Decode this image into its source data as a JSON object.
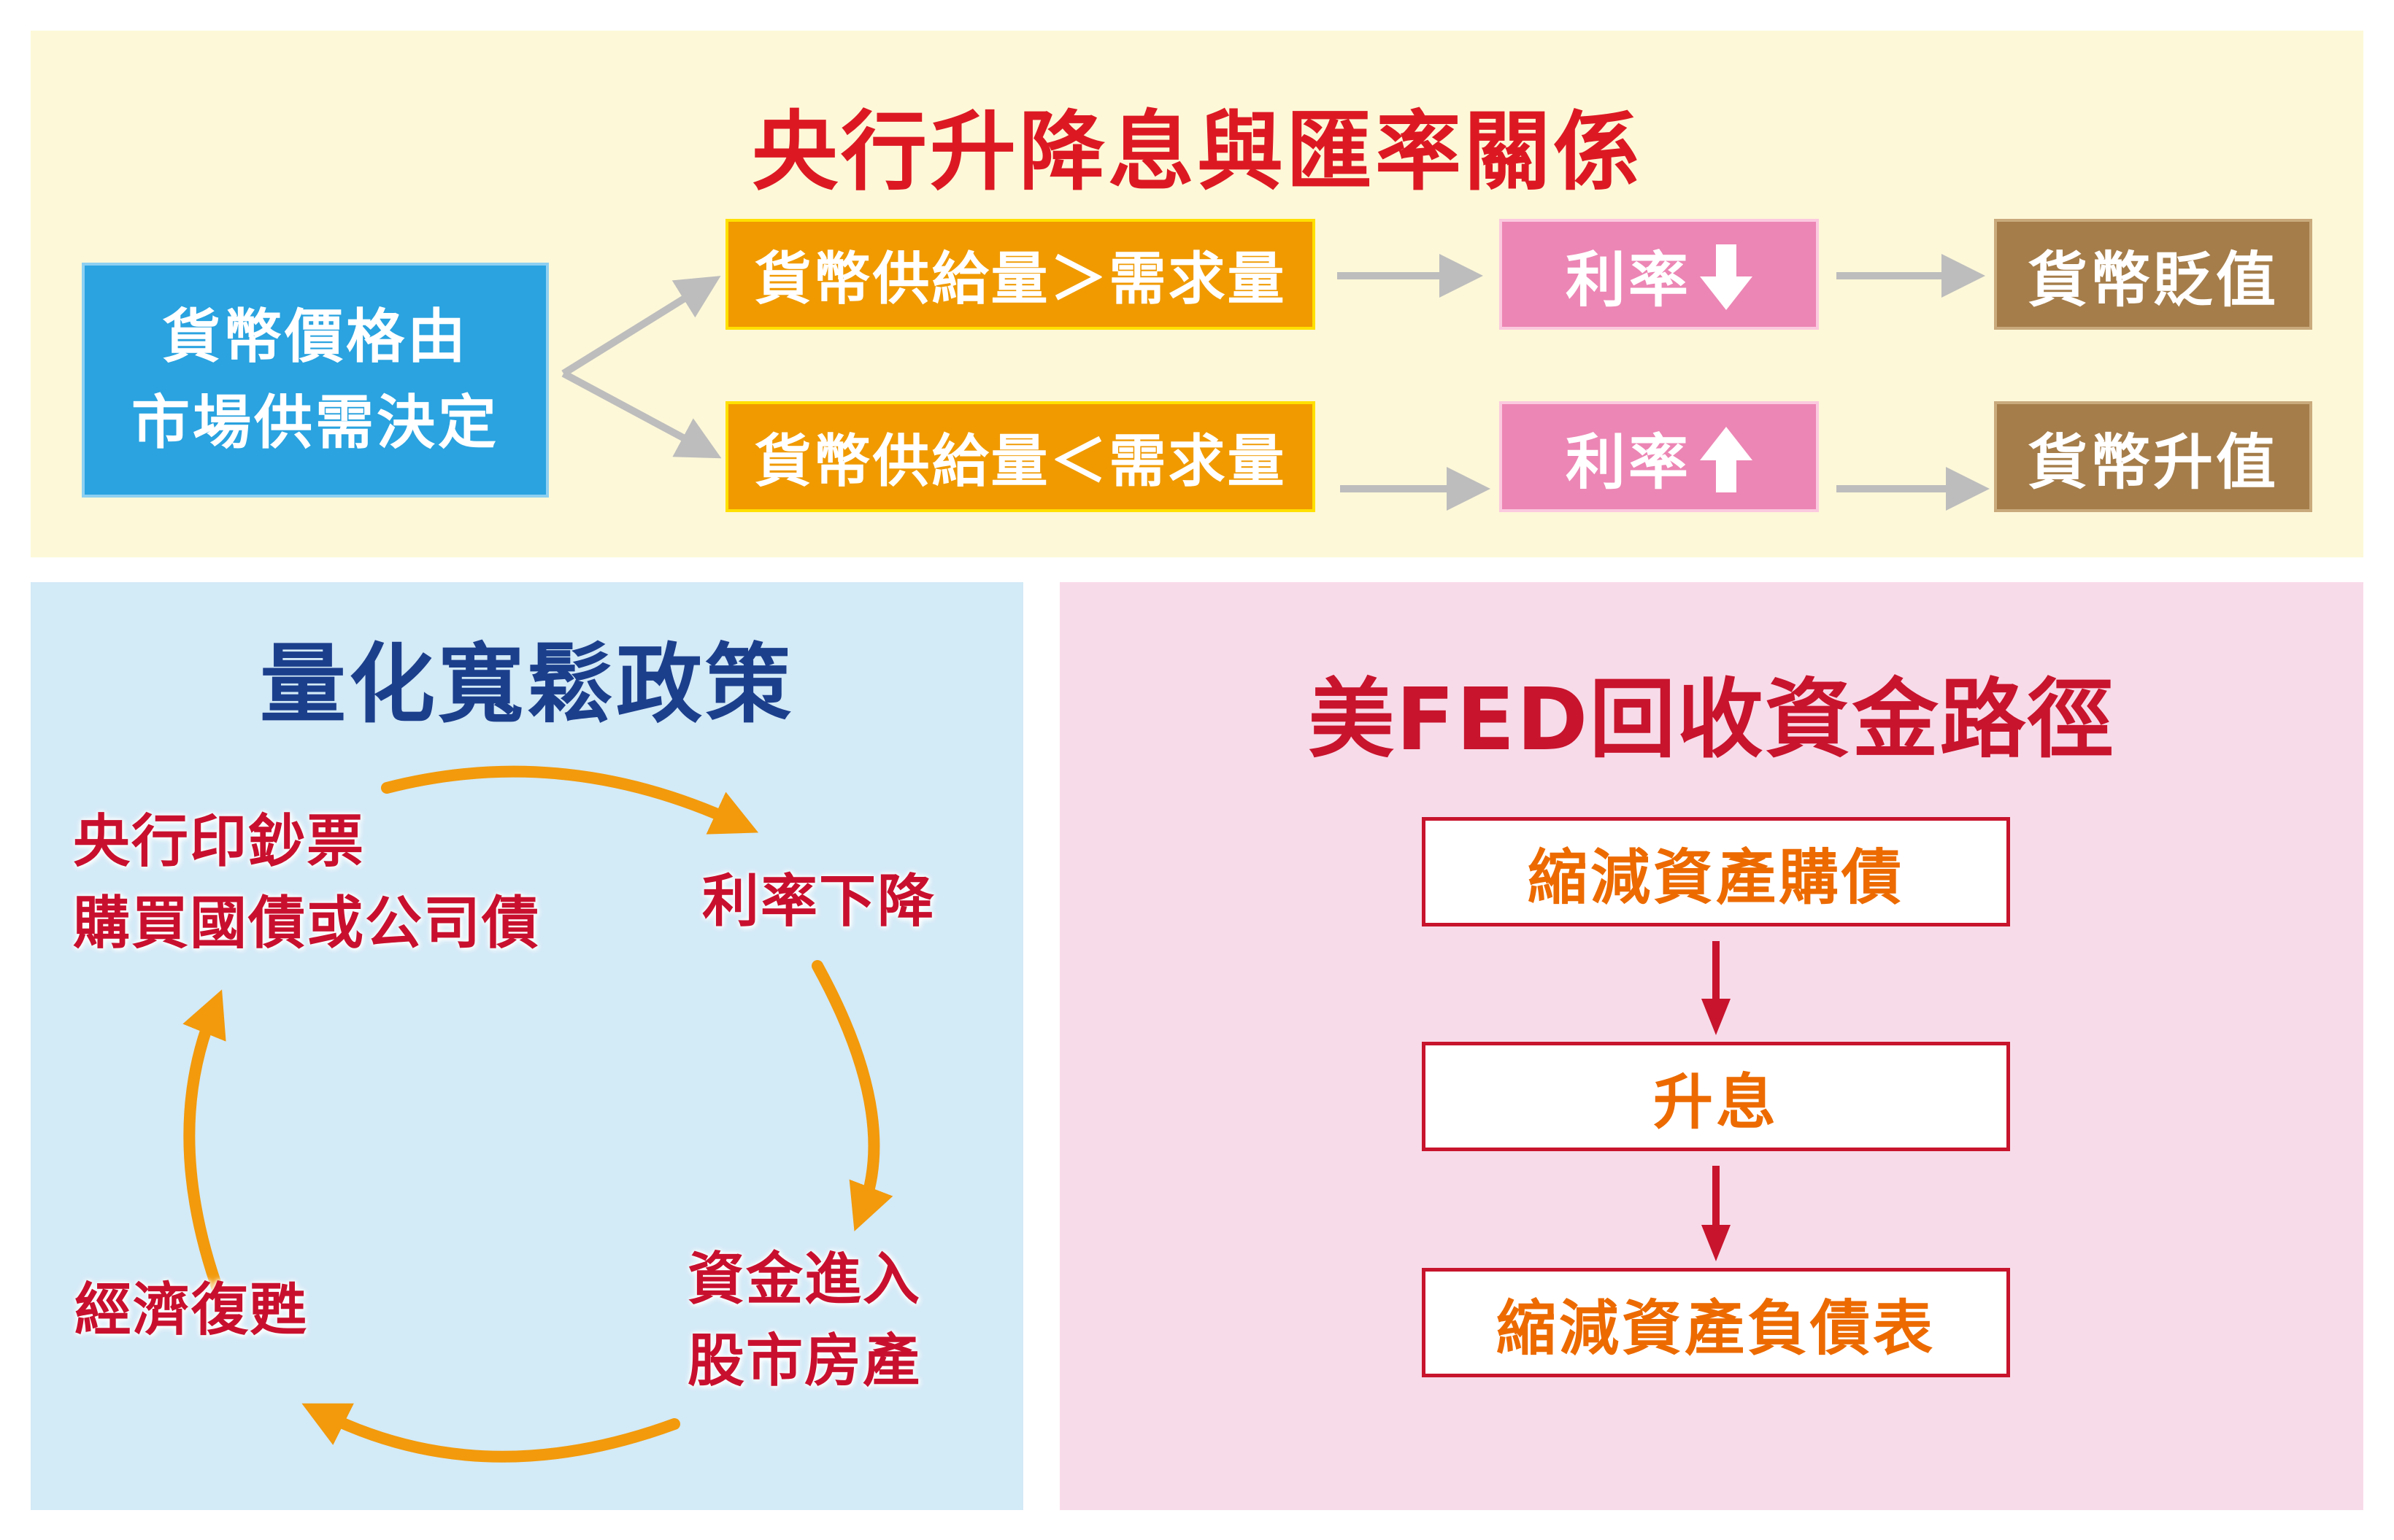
{
  "top": {
    "title": "央行升降息與匯率關係",
    "market": [
      "貨幣價格由",
      "市場供需決定"
    ],
    "supply_gt": "貨幣供給量＞需求量",
    "supply_lt": "貨幣供給量＜需求量",
    "rate_label": "利率",
    "currency_down": "貨幣貶值",
    "currency_up": "貨幣升值",
    "colors": {
      "title": "#dc1923",
      "market": "#2aa3e0",
      "supply": "#f09a00",
      "rate": "#ec86b4",
      "currency": "#a57d4a",
      "arrow": "#bdbdbd"
    },
    "icons": [
      "arrow-down-icon",
      "arrow-up-icon"
    ]
  },
  "qe": {
    "title": "量化寬鬆政策",
    "steps": [
      [
        "央行印鈔票",
        "購買國債或公司債"
      ],
      [
        "利率下降"
      ],
      [
        "資金進入",
        "股市房產"
      ],
      [
        "經濟復甦"
      ]
    ],
    "colors": {
      "title": "#1c3f8c",
      "text": "#c8102e",
      "arrow": "#f29a0c"
    }
  },
  "fed": {
    "title": "美FED回收資金路徑",
    "steps": [
      "縮減資產購債",
      "升息",
      "縮減資產負債表"
    ],
    "colors": {
      "title": "#c8142d",
      "text": "#ec6a00",
      "border": "#c8142d",
      "arrow": "#c8142d"
    }
  }
}
